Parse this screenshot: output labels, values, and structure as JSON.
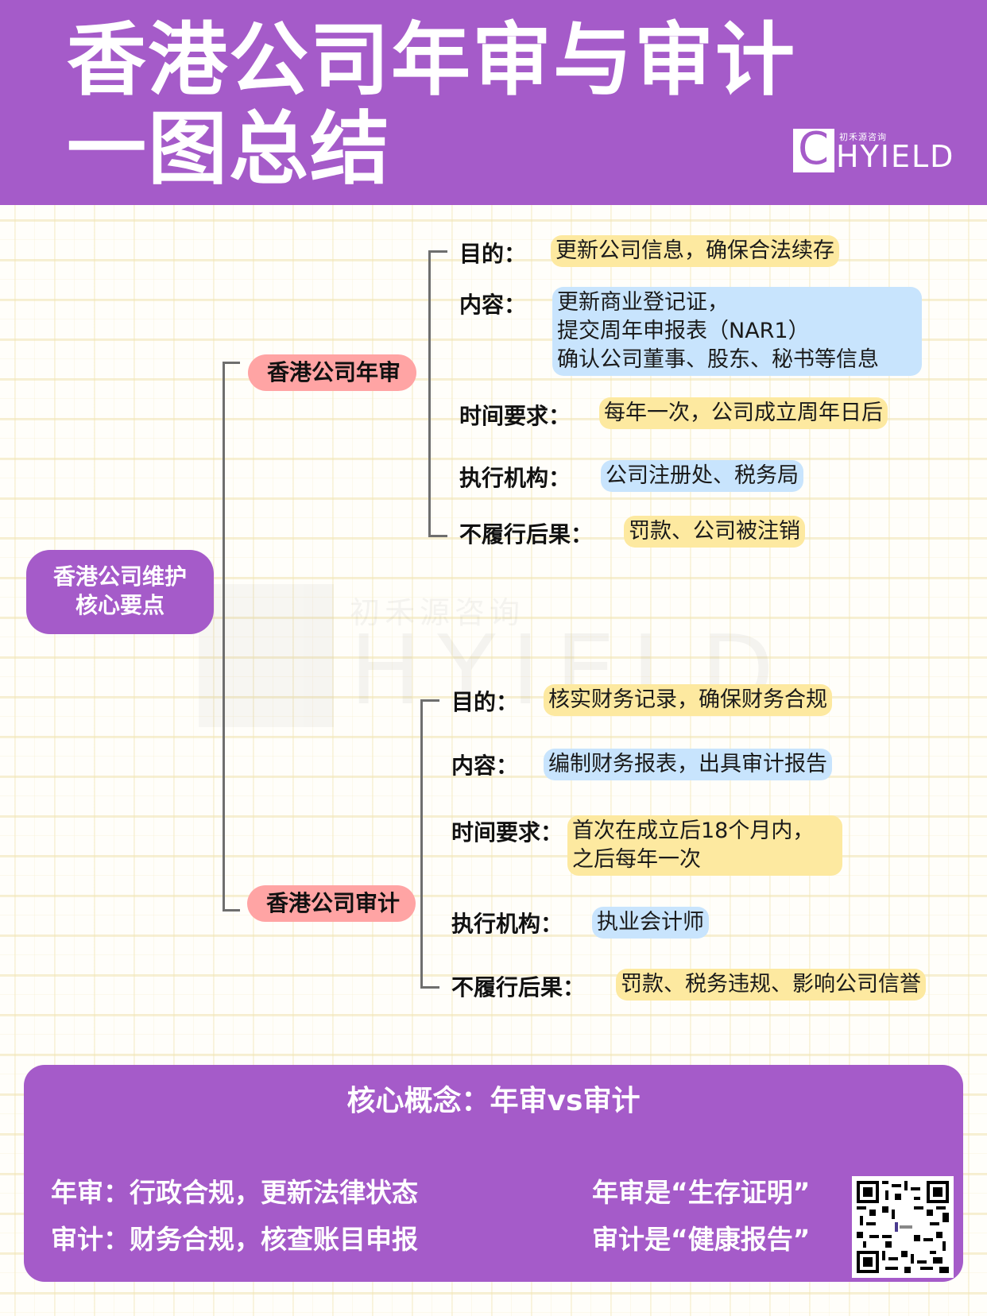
{
  "header": {
    "title_line1": "香港公司年审与审计",
    "title_line2": "一图总结",
    "logo": {
      "icon_letter": "C",
      "cn_name": "初禾源咨询",
      "wordmark": "HYIELD"
    },
    "background_color": "#a55bc9"
  },
  "watermark": {
    "cn_name": "初禾源咨询",
    "wordmark": "HYIELD"
  },
  "mindmap": {
    "root": {
      "line1": "香港公司维护",
      "line2": "核心要点",
      "color": "#a55bc9"
    },
    "branches": [
      {
        "label": "香港公司年审",
        "color": "#ffa4a4",
        "items": [
          {
            "key": "目的：",
            "value_lines": [
              "更新公司信息，确保合法续存"
            ],
            "color": "yellow"
          },
          {
            "key": "内容：",
            "value_lines": [
              "更新商业登记证，",
              "提交周年申报表（NAR1）",
              "确认公司董事、股东、秘书等信息"
            ],
            "color": "blue"
          },
          {
            "key": "时间要求：",
            "value_lines": [
              "每年一次，公司成立周年日后"
            ],
            "color": "yellow"
          },
          {
            "key": "执行机构：",
            "value_lines": [
              "公司注册处、税务局"
            ],
            "color": "blue"
          },
          {
            "key": "不履行后果：",
            "value_lines": [
              "罚款、公司被注销"
            ],
            "color": "yellow"
          }
        ]
      },
      {
        "label": "香港公司审计",
        "color": "#ffa4a4",
        "items": [
          {
            "key": "目的：",
            "value_lines": [
              "核实财务记录，确保财务合规"
            ],
            "color": "yellow"
          },
          {
            "key": "内容：",
            "value_lines": [
              "编制财务报表，出具审计报告"
            ],
            "color": "blue"
          },
          {
            "key": "时间要求：",
            "value_lines": [
              "首次在成立后18个月内，",
              "之后每年一次"
            ],
            "color": "yellow"
          },
          {
            "key": "执行机构：",
            "value_lines": [
              "执业会计师"
            ],
            "color": "blue"
          },
          {
            "key": "不履行后果：",
            "value_lines": [
              "罚款、税务违规、影响公司信誉"
            ],
            "color": "yellow"
          }
        ]
      }
    ],
    "highlight_colors": {
      "yellow": "#fde9a0",
      "blue": "#c8e4fd"
    }
  },
  "summary": {
    "title": "核心概念：年审vs审计",
    "left_lines": [
      "年审：行政合规，更新法律状态",
      "审计：财务合规，核查账目申报"
    ],
    "right_lines": [
      "年审是“生存证明”",
      "审计是“健康报告”"
    ],
    "qr_label": "qr-code"
  }
}
